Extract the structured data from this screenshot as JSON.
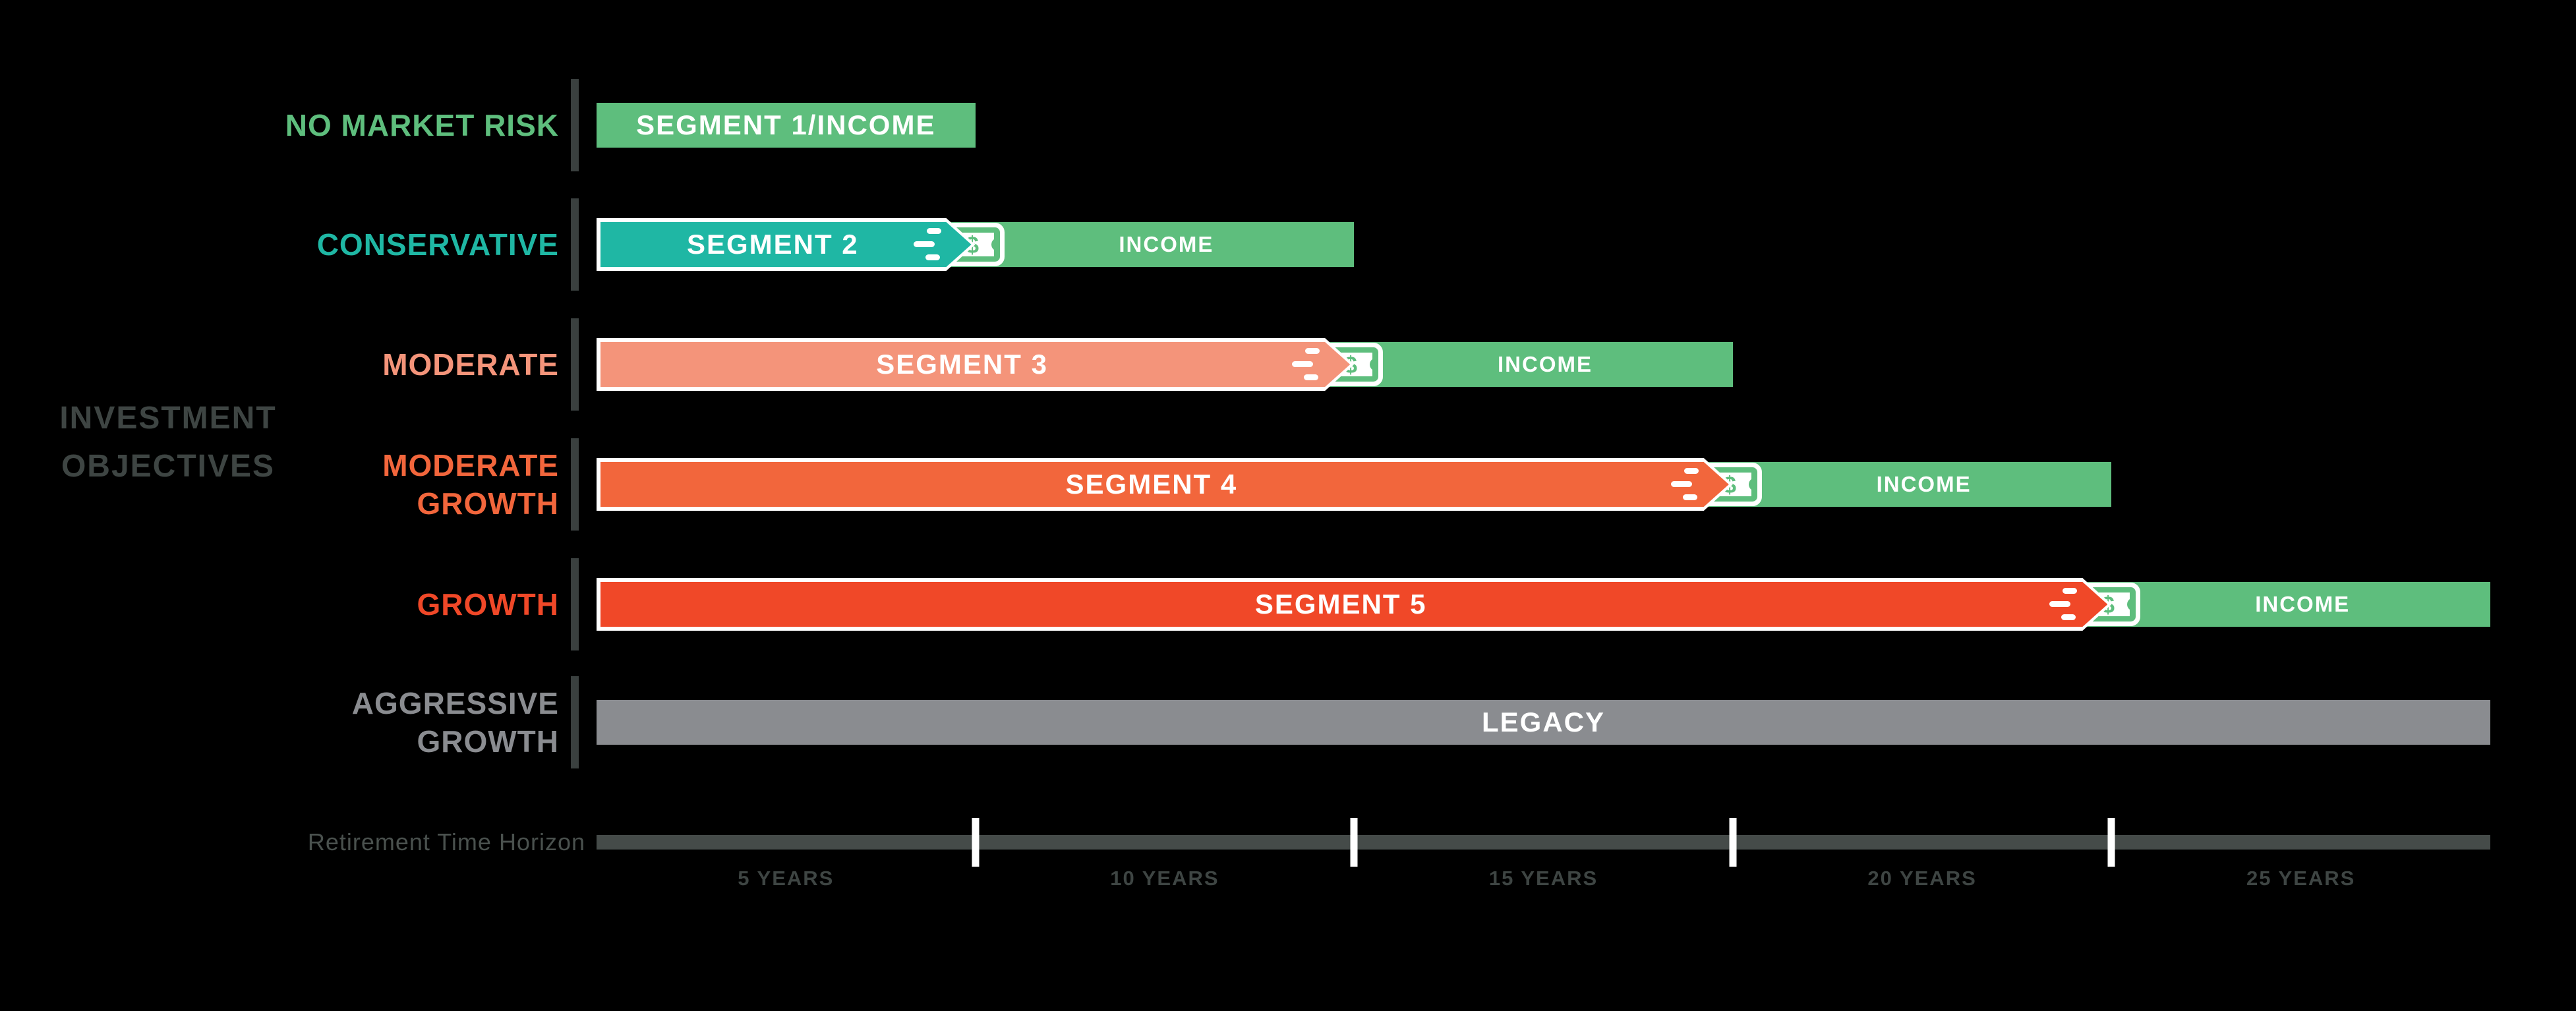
{
  "investment_objectives_label": "INVESTMENT\nOBJECTIVES",
  "chart_data": {
    "type": "gantt",
    "title": "",
    "y_axis_label": "INVESTMENT OBJECTIVES",
    "x_axis": {
      "label": "Retirement Time Horizon",
      "unit": "years",
      "min": 0,
      "max": 25,
      "ticks_years": [
        5,
        10,
        15,
        20
      ],
      "interval_labels": [
        "5 YEARS",
        "10 YEARS",
        "15 YEARS",
        "20 YEARS",
        "25 YEARS"
      ],
      "bar_color": "#454B49",
      "tick_color": "#FFFFFF",
      "label_color": "#3E4543"
    },
    "rows": [
      {
        "objective": "NO MARKET RISK",
        "objective_color": "#5EBE7D",
        "bars": [
          {
            "label": "SEGMENT 1/INCOME",
            "start": 0,
            "end": 5,
            "color": "#5EBE7D"
          }
        ]
      },
      {
        "objective": "CONSERVATIVE",
        "objective_color": "#1FB7A4",
        "segment": {
          "label": "SEGMENT 2",
          "start": 0,
          "end": 5,
          "color": "#1FB7A4"
        },
        "income": {
          "label": "INCOME",
          "start": 5,
          "end": 10,
          "color": "#5EBE7D"
        },
        "has_money_icon": true
      },
      {
        "objective": "MODERATE",
        "objective_color": "#F4947A",
        "segment": {
          "label": "SEGMENT 3",
          "start": 0,
          "end": 10,
          "color": "#F4947A"
        },
        "income": {
          "label": "INCOME",
          "start": 10,
          "end": 15,
          "color": "#5EBE7D"
        },
        "has_money_icon": true
      },
      {
        "objective": "MODERATE\nGROWTH",
        "objective_color": "#F2663C",
        "segment": {
          "label": "SEGMENT 4",
          "start": 0,
          "end": 15,
          "color": "#F2663C"
        },
        "income": {
          "label": "INCOME",
          "start": 15,
          "end": 20,
          "color": "#5EBE7D"
        },
        "has_money_icon": true
      },
      {
        "objective": "GROWTH",
        "objective_color": "#F04828",
        "segment": {
          "label": "SEGMENT 5",
          "start": 0,
          "end": 20,
          "color": "#F04828"
        },
        "income": {
          "label": "INCOME",
          "start": 20,
          "end": 25,
          "color": "#5EBE7D"
        },
        "has_money_icon": true
      },
      {
        "objective": "AGGRESSIVE\nGROWTH",
        "objective_color": "#8A8C90",
        "bars": [
          {
            "label": "LEGACY",
            "start": 0,
            "end": 25,
            "color": "#8A8C90"
          }
        ]
      }
    ],
    "icon": {
      "name": "money-bill-icon",
      "symbol": "$",
      "outline_color": "#FFFFFF"
    },
    "background_color": "#000000",
    "legend_position": "none",
    "grid": false
  }
}
